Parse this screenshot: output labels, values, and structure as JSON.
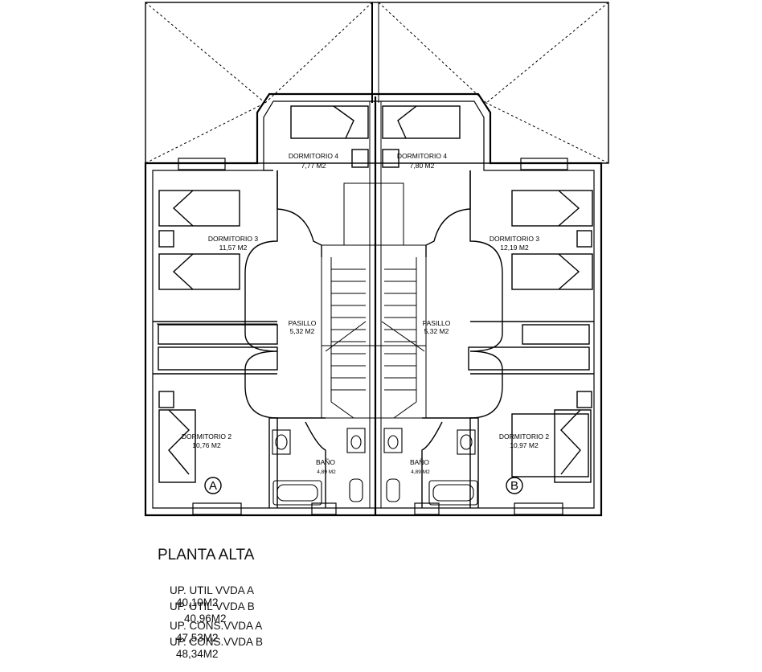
{
  "plan": {
    "rooms": [
      {
        "id": "d4-a",
        "name": "DORMITORIO 4",
        "area": "7,77 M2"
      },
      {
        "id": "d4-b",
        "name": "DORMITORIO 4",
        "area": "7,80 M2"
      },
      {
        "id": "d3-a",
        "name": "DORMITORIO 3",
        "area": "11,57 M2"
      },
      {
        "id": "d3-b",
        "name": "DORMITORIO 3",
        "area": "12,19 M2"
      },
      {
        "id": "pas-a",
        "name": "PASILLO",
        "area": "5,32 M2"
      },
      {
        "id": "pas-b",
        "name": "PASILLO",
        "area": "5,32 M2"
      },
      {
        "id": "d2-a",
        "name": "DORMITORIO 2",
        "area": "10,76 M2"
      },
      {
        "id": "d2-b",
        "name": "DORMITORIO 2",
        "area": "10,97 M2"
      },
      {
        "id": "bano-a",
        "name": "BAÑO",
        "area": "4,89 M2"
      },
      {
        "id": "bano-b",
        "name": "BAÑO",
        "area": "4,89 M2"
      }
    ],
    "unit_a": "A",
    "unit_b": "B"
  },
  "caption": {
    "title": "PLANTA ALTA",
    "lines": [
      {
        "label": "UP. UTIL VVDA A",
        "value": "40,10M2"
      },
      {
        "label": "UP. UTIL VVDA B",
        "value": "40,96M2"
      },
      {
        "label": "UP. CONS.VVDA A",
        "value": "47,53M2"
      },
      {
        "label": "UP. CONS.VVDA B",
        "value": "48,34M2"
      }
    ]
  }
}
